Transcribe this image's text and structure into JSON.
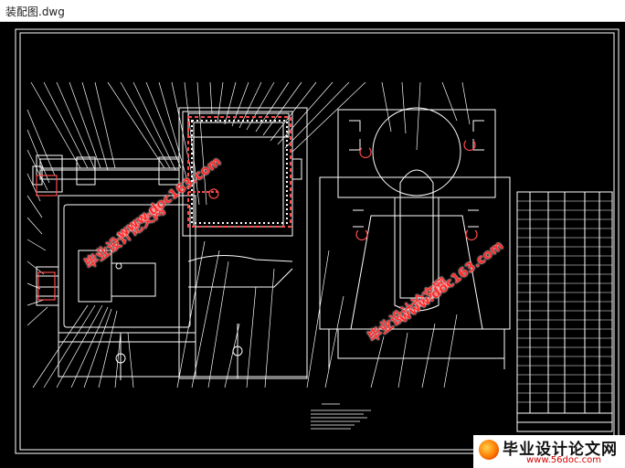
{
  "window": {
    "title": "装配图.dwg"
  },
  "watermarks": {
    "site_cn": "毕业设计论文网",
    "site_url": "www.doc163.com"
  },
  "badge": {
    "name": "毕业设计论文网",
    "url": "www.56doc.com"
  },
  "colors": {
    "background": "#000000",
    "lines": "#ffffff",
    "watermark": "#ff2a2a",
    "hatch": "#ffffff"
  }
}
